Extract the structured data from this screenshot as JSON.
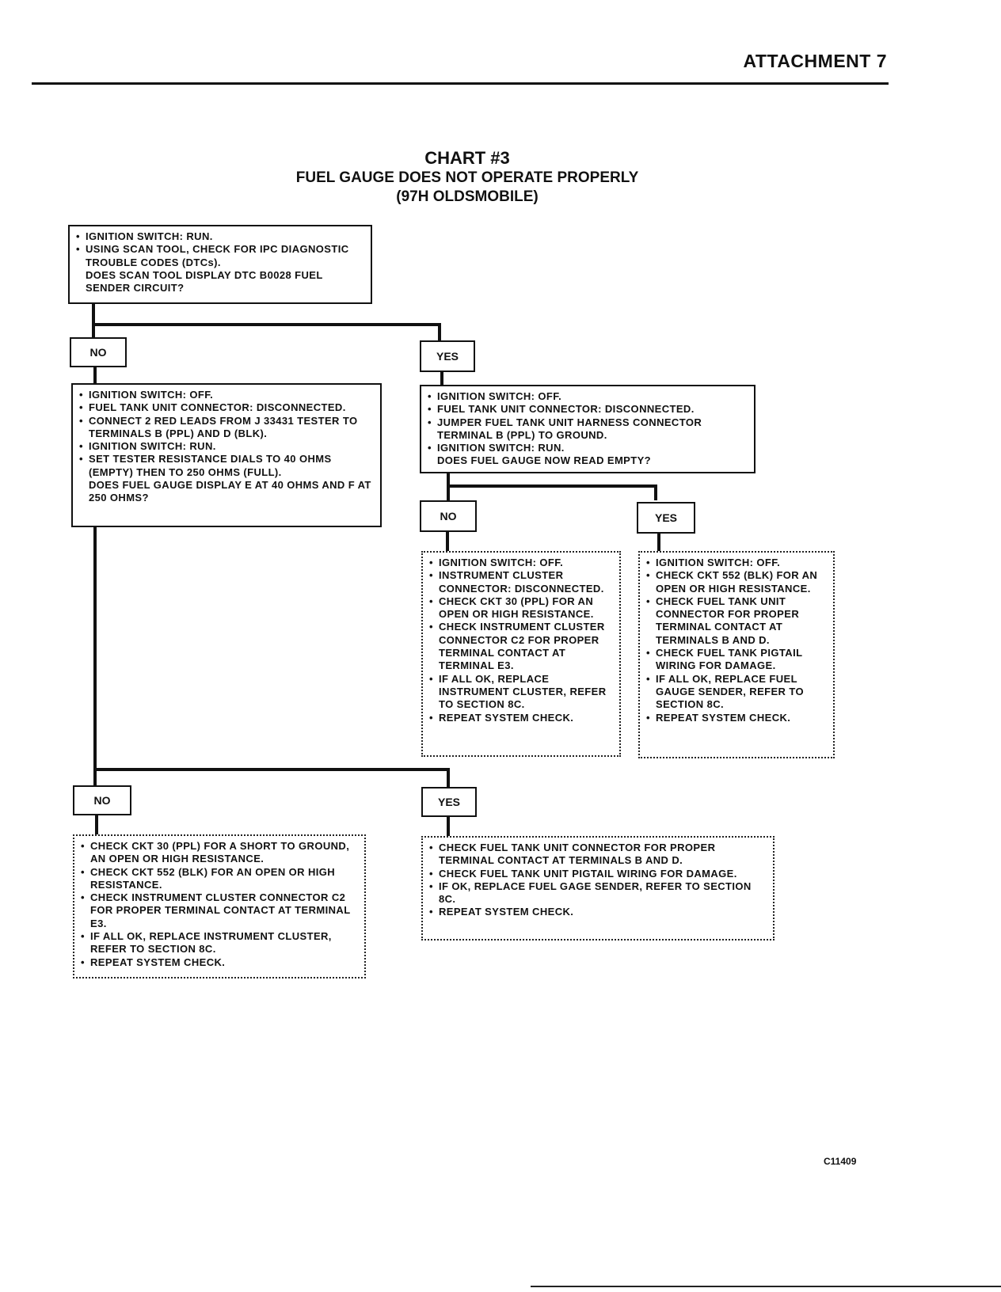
{
  "header": {
    "attachment": "ATTACHMENT 7"
  },
  "title": {
    "chart": "CHART #3",
    "subtitle": "FUEL GAUGE DOES NOT OPERATE PROPERLY",
    "model": "(97H OLDSMOBILE)"
  },
  "start_box": {
    "items": [
      "IGNITION SWITCH: RUN.",
      "USING SCAN TOOL, CHECK FOR IPC DIAGNOSTIC TROUBLE CODES (DTCs)."
    ],
    "question": "DOES SCAN TOOL DISPLAY DTC B0028 FUEL SENDER CIRCUIT?"
  },
  "labels": {
    "no": "NO",
    "yes": "YES"
  },
  "no_box": {
    "items": [
      "IGNITION SWITCH: OFF.",
      "FUEL TANK UNIT CONNECTOR: DISCONNECTED.",
      "CONNECT 2 RED LEADS FROM J 33431 TESTER TO TERMINALS B (PPL) AND D (BLK).",
      "IGNITION SWITCH: RUN.",
      "SET TESTER RESISTANCE DIALS TO 40 OHMS (EMPTY) THEN TO 250 OHMS (FULL)."
    ],
    "question": "DOES FUEL GAUGE DISPLAY E AT 40 OHMS AND F AT 250 OHMS?"
  },
  "yes_box": {
    "items": [
      "IGNITION SWITCH: OFF.",
      "FUEL TANK UNIT CONNECTOR: DISCONNECTED.",
      "JUMPER FUEL TANK UNIT HARNESS CONNECTOR TERMINAL B (PPL) TO GROUND.",
      "IGNITION SWITCH: RUN."
    ],
    "question": "DOES FUEL GAUGE NOW READ EMPTY?"
  },
  "yes_no_box": {
    "items": [
      "IGNITION SWITCH: OFF.",
      "INSTRUMENT CLUSTER CONNECTOR: DISCONNECTED.",
      "CHECK CKT 30 (PPL) FOR AN OPEN OR HIGH RESISTANCE.",
      "CHECK INSTRUMENT CLUSTER CONNECTOR C2 FOR PROPER TERMINAL CONTACT AT TERMINAL E3.",
      "IF ALL OK, REPLACE INSTRUMENT CLUSTER, REFER TO SECTION 8C.",
      "REPEAT SYSTEM CHECK."
    ]
  },
  "yes_yes_box": {
    "items": [
      "IGNITION SWITCH: OFF.",
      "CHECK CKT 552 (BLK) FOR AN OPEN OR HIGH RESISTANCE.",
      "CHECK FUEL TANK UNIT CONNECTOR FOR PROPER TERMINAL CONTACT AT TERMINALS B AND D.",
      "CHECK FUEL TANK PIGTAIL WIRING FOR DAMAGE.",
      "IF ALL OK, REPLACE FUEL GAUGE SENDER, REFER TO SECTION 8C.",
      "REPEAT SYSTEM CHECK."
    ]
  },
  "no_no_box": {
    "items": [
      "CHECK CKT 30 (PPL) FOR A SHORT TO GROUND, AN OPEN OR HIGH RESISTANCE.",
      "CHECK CKT 552 (BLK) FOR AN OPEN OR HIGH RESISTANCE.",
      "CHECK INSTRUMENT CLUSTER CONNECTOR C2 FOR PROPER TERMINAL CONTACT AT TERMINAL E3.",
      "IF ALL OK, REPLACE INSTRUMENT CLUSTER, REFER TO SECTION 8C.",
      "REPEAT SYSTEM CHECK."
    ]
  },
  "no_yes_box": {
    "items": [
      "CHECK FUEL TANK UNIT CONNECTOR FOR PROPER TERMINAL CONTACT AT TERMINALS B AND D.",
      "CHECK FUEL TANK UNIT PIGTAIL WIRING FOR DAMAGE.",
      "IF OK, REPLACE FUEL GAGE SENDER, REFER TO SECTION 8C.",
      "REPEAT SYSTEM CHECK."
    ]
  },
  "footer": {
    "code": "C11409"
  }
}
